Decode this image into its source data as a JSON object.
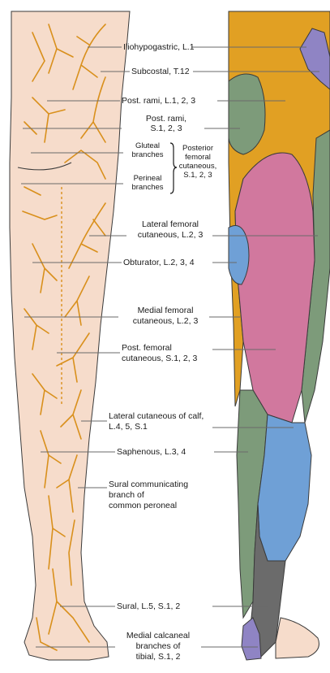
{
  "labels": {
    "iliohypogastric": "Iliohypogastric, L.1",
    "subcostal": "Subcostal, T.12",
    "post_rami_l": "Post. rami, L.1, 2, 3",
    "post_rami_s_1": "Post. rami,",
    "post_rami_s_2": "S.1, 2, 3",
    "gluteal_1": "Gluteal",
    "gluteal_2": "branches",
    "perineal_1": "Perineal",
    "perineal_2": "branches",
    "posterior_fem_1": "Posterior",
    "posterior_fem_2": "femoral",
    "posterior_fem_3": "cutaneous,",
    "posterior_fem_4": "S.1, 2, 3",
    "lateral_fem_1": "Lateral femoral",
    "lateral_fem_2": "cutaneous, L.2, 3",
    "obturator": "Obturator, L.2, 3, 4",
    "medial_fem_1": "Medial femoral",
    "medial_fem_2": "cutaneous, L.2, 3",
    "post_fem_1": "Post. femoral",
    "post_fem_2": "cutaneous, S.1, 2, 3",
    "lat_calf_1": "Lateral cutaneous of calf,",
    "lat_calf_2": "L.4, 5, S.1",
    "saphenous": "Saphenous, L.3, 4",
    "sural_comm_1": "Sural communicating",
    "sural_comm_2": "branch of",
    "sural_comm_3": "common peroneal",
    "sural": "Sural, L.5, S.1, 2",
    "medial_calc_1": "Medial calcaneal",
    "medial_calc_2": "branches of",
    "medial_calc_3": "tibial, S.1, 2"
  },
  "colors": {
    "skin": "#f6dccb",
    "nerve": "#d9901c",
    "orange": "#e1a023",
    "green": "#7d9b7a",
    "pink": "#d1789e",
    "blue": "#6fa0d6",
    "purple": "#8f84c4",
    "gray": "#6b6b6b",
    "line": "#6a6a6a"
  }
}
